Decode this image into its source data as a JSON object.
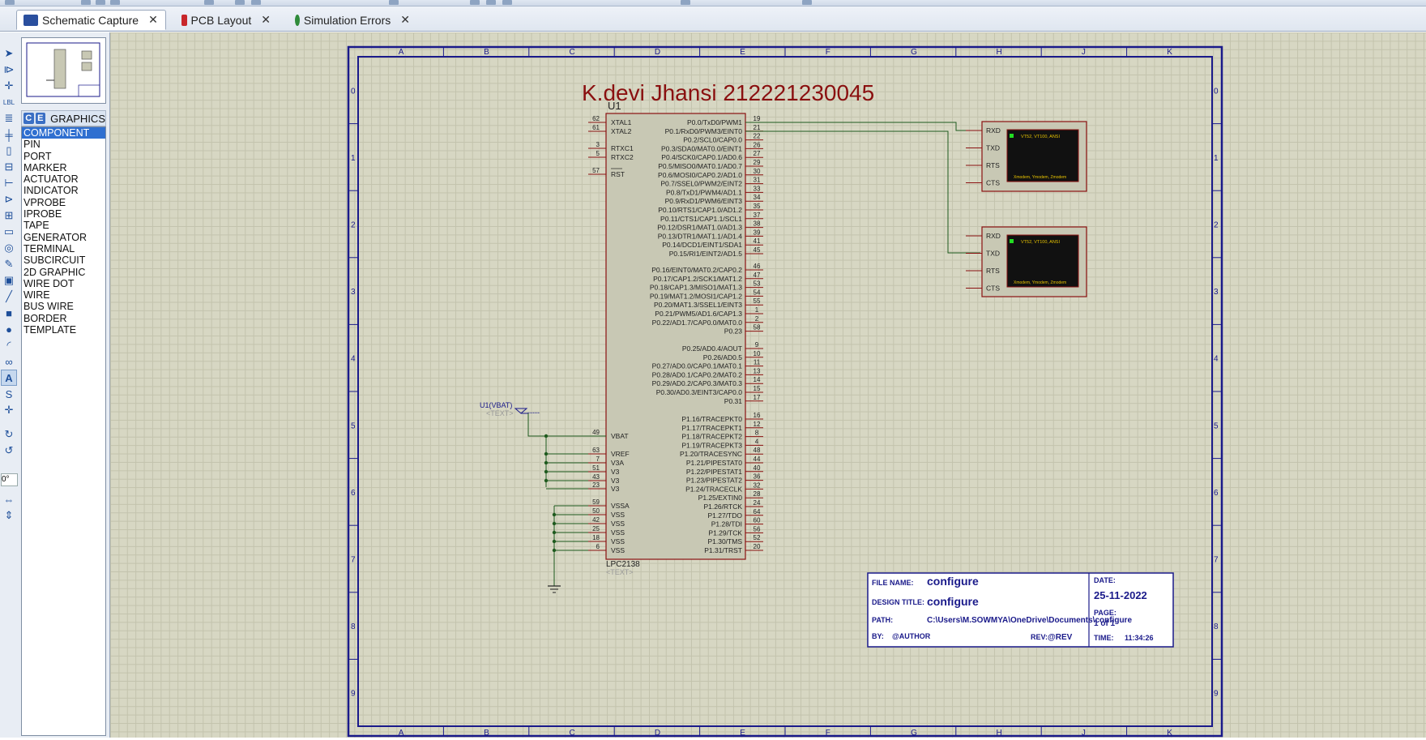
{
  "tabs": [
    {
      "label": "Schematic Capture",
      "icon": "schematic-icon",
      "active": true
    },
    {
      "label": "PCB Layout",
      "icon": "pcb-icon",
      "active": false
    },
    {
      "label": "Simulation Errors",
      "icon": "info-icon",
      "active": false
    }
  ],
  "panel": {
    "mode_buttons": [
      "C",
      "E"
    ],
    "title": "GRAPHICS",
    "items": [
      "COMPONENT",
      "PIN",
      "PORT",
      "MARKER",
      "ACTUATOR",
      "INDICATOR",
      "VPROBE",
      "IPROBE",
      "TAPE",
      "GENERATOR",
      "TERMINAL",
      "SUBCIRCUIT",
      "2D GRAPHIC",
      "WIRE DOT",
      "WIRE",
      "BUS WIRE",
      "BORDER",
      "TEMPLATE"
    ],
    "selected": "COMPONENT"
  },
  "rotation": "0°",
  "sheet": {
    "title_text": "K.devi Jhansi 212221230045",
    "col_labels": [
      "A",
      "B",
      "C",
      "D",
      "E",
      "F",
      "G",
      "H",
      "J",
      "K"
    ],
    "row_labels": [
      "0",
      "1",
      "2",
      "3",
      "4",
      "5",
      "6",
      "7",
      "8",
      "9"
    ]
  },
  "u1": {
    "ref": "U1",
    "part": "LPC2138",
    "text": "<TEXT>",
    "left_pins": [
      {
        "num": "62",
        "name": "XTAL1"
      },
      {
        "num": "61",
        "name": "XTAL2"
      },
      {
        "num": "3",
        "name": "RTXC1"
      },
      {
        "num": "5",
        "name": "RTXC2"
      },
      {
        "num": "57",
        "name": "RST"
      },
      {
        "num": "49",
        "name": "VBAT"
      },
      {
        "num": "63",
        "name": "VREF"
      },
      {
        "num": "7",
        "name": "V3A"
      },
      {
        "num": "51",
        "name": "V3"
      },
      {
        "num": "43",
        "name": "V3"
      },
      {
        "num": "23",
        "name": "V3"
      },
      {
        "num": "59",
        "name": "VSSA"
      },
      {
        "num": "50",
        "name": "VSS"
      },
      {
        "num": "42",
        "name": "VSS"
      },
      {
        "num": "25",
        "name": "VSS"
      },
      {
        "num": "18",
        "name": "VSS"
      },
      {
        "num": "6",
        "name": "VSS"
      }
    ],
    "right_pins": [
      {
        "num": "19",
        "name": "P0.0/TxD0/PWM1"
      },
      {
        "num": "21",
        "name": "P0.1/RxD0/PWM3/EINT0"
      },
      {
        "num": "22",
        "name": "P0.2/SCL0/CAP0.0"
      },
      {
        "num": "26",
        "name": "P0.3/SDA0/MAT0.0/EINT1"
      },
      {
        "num": "27",
        "name": "P0.4/SCK0/CAP0.1/AD0.6"
      },
      {
        "num": "29",
        "name": "P0.5/MISO0/MAT0.1/AD0.7"
      },
      {
        "num": "30",
        "name": "P0.6/MOSI0/CAP0.2/AD1.0"
      },
      {
        "num": "31",
        "name": "P0.7/SSEL0/PWM2/EINT2"
      },
      {
        "num": "33",
        "name": "P0.8/TxD1/PWM4/AD1.1"
      },
      {
        "num": "34",
        "name": "P0.9/RxD1/PWM6/EINT3"
      },
      {
        "num": "35",
        "name": "P0.10/RTS1/CAP1.0/AD1.2"
      },
      {
        "num": "37",
        "name": "P0.11/CTS1/CAP1.1/SCL1"
      },
      {
        "num": "38",
        "name": "P0.12/DSR1/MAT1.0/AD1.3"
      },
      {
        "num": "39",
        "name": "P0.13/DTR1/MAT1.1/AD1.4"
      },
      {
        "num": "41",
        "name": "P0.14/DCD1/EINT1/SDA1"
      },
      {
        "num": "45",
        "name": "P0.15/RI1/EINT2/AD1.5"
      },
      {
        "num": "46",
        "name": "P0.16/EINT0/MAT0.2/CAP0.2"
      },
      {
        "num": "47",
        "name": "P0.17/CAP1.2/SCK1/MAT1.2"
      },
      {
        "num": "53",
        "name": "P0.18/CAP1.3/MISO1/MAT1.3"
      },
      {
        "num": "54",
        "name": "P0.19/MAT1.2/MOSI1/CAP1.2"
      },
      {
        "num": "55",
        "name": "P0.20/MAT1.3/SSEL1/EINT3"
      },
      {
        "num": "1",
        "name": "P0.21/PWM5/AD1.6/CAP1.3"
      },
      {
        "num": "2",
        "name": "P0.22/AD1.7/CAP0.0/MAT0.0"
      },
      {
        "num": "58",
        "name": "P0.23"
      },
      {
        "num": "9",
        "name": "P0.25/AD0.4/AOUT"
      },
      {
        "num": "10",
        "name": "P0.26/AD0.5"
      },
      {
        "num": "11",
        "name": "P0.27/AD0.0/CAP0.1/MAT0.1"
      },
      {
        "num": "13",
        "name": "P0.28/AD0.1/CAP0.2/MAT0.2"
      },
      {
        "num": "14",
        "name": "P0.29/AD0.2/CAP0.3/MAT0.3"
      },
      {
        "num": "15",
        "name": "P0.30/AD0.3/EINT3/CAP0.0"
      },
      {
        "num": "17",
        "name": "P0.31"
      },
      {
        "num": "16",
        "name": "P1.16/TRACEPKT0"
      },
      {
        "num": "12",
        "name": "P1.17/TRACEPKT1"
      },
      {
        "num": "8",
        "name": "P1.18/TRACEPKT2"
      },
      {
        "num": "4",
        "name": "P1.19/TRACEPKT3"
      },
      {
        "num": "48",
        "name": "P1.20/TRACESYNC"
      },
      {
        "num": "44",
        "name": "P1.21/PIPESTAT0"
      },
      {
        "num": "40",
        "name": "P1.22/PIPESTAT1"
      },
      {
        "num": "36",
        "name": "P1.23/PIPESTAT2"
      },
      {
        "num": "32",
        "name": "P1.24/TRACECLK"
      },
      {
        "num": "28",
        "name": "P1.25/EXTIN0"
      },
      {
        "num": "24",
        "name": "P1.26/RTCK"
      },
      {
        "num": "64",
        "name": "P1.27/TDO"
      },
      {
        "num": "60",
        "name": "P1.28/TDI"
      },
      {
        "num": "56",
        "name": "P1.29/TCK"
      },
      {
        "num": "52",
        "name": "P1.30/TMS"
      },
      {
        "num": "20",
        "name": "P1.31/TRST"
      }
    ]
  },
  "vbat_probe": {
    "label": "U1(VBAT)",
    "text": "<TEXT>"
  },
  "terminals": [
    {
      "pins": [
        "RXD",
        "TXD",
        "RTS",
        "CTS"
      ],
      "screen_title": "VT52, VT100, ANSI",
      "screen_footer": "Xmodem, Ymodem, Zmodem"
    },
    {
      "pins": [
        "RXD",
        "TXD",
        "RTS",
        "CTS"
      ],
      "screen_title": "VT52, VT100, ANSI",
      "screen_footer": "Xmodem, Ymodem, Zmodem"
    }
  ],
  "titleblock": {
    "file_name_label": "FILE NAME:",
    "file_name": "configure",
    "design_title_label": "DESIGN TITLE:",
    "design_title": "configure",
    "path_label": "PATH:",
    "path": "C:\\Users\\M.SOWMYA\\OneDrive\\Documents\\configure",
    "by_label": "BY:",
    "by": "@AUTHOR",
    "rev_label": "REV:",
    "rev": "@REV",
    "date_label": "DATE:",
    "date": "25-11-2022",
    "page_label": "PAGE:",
    "page": "1 of 1",
    "time_label": "TIME:",
    "time": "11:34:26"
  }
}
